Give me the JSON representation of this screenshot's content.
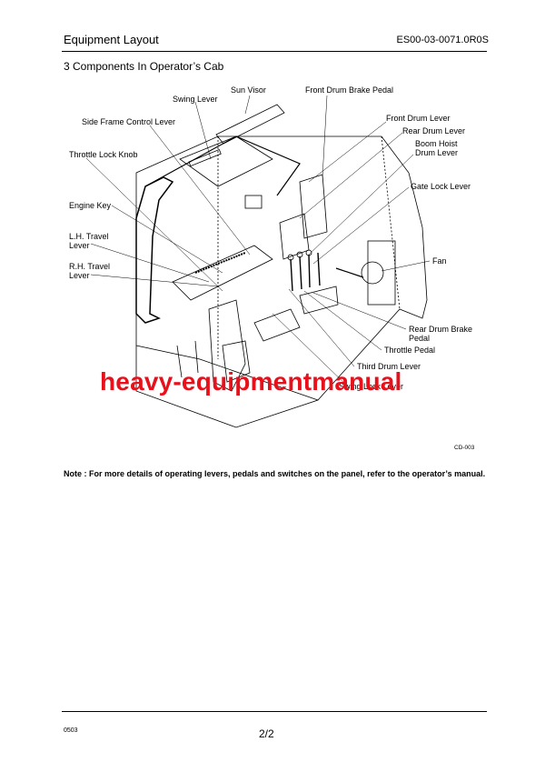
{
  "header": {
    "title": "Equipment Layout",
    "doc_code": "ES00-03-0071.0R0S"
  },
  "section_title": "3  Components In Operator’s Cab",
  "diagram": {
    "labels": {
      "sun_visor": "Sun Visor",
      "swing_lever": "Swing Lever",
      "front_drum_brake_pedal": "Front Drum Brake Pedal",
      "side_frame_control_lever": "Side Frame Control Lever",
      "front_drum_lever": "Front Drum Lever",
      "rear_drum_lever": "Rear Drum Lever",
      "boom_hoist_drum_lever_1": "Boom Hoist",
      "boom_hoist_drum_lever_2": "Drum Lever",
      "throttle_lock_knob": "Throttle Lock Knob",
      "gate_lock_lever": "Gate Lock Lever",
      "engine_key": "Engine Key",
      "lh_travel_lever_1": "L.H. Travel",
      "lh_travel_lever_2": "Lever",
      "rh_travel_lever_1": "R.H. Travel",
      "rh_travel_lever_2": "Lever",
      "fan": "Fan",
      "rear_drum_brake_pedal_1": "Rear Drum Brake",
      "rear_drum_brake_pedal_2": "Pedal",
      "throttle_pedal": "Throttle Pedal",
      "third_drum_lever": "Third Drum Lever",
      "swing_lock_lever": "Swing Lock Lever"
    },
    "figure_code": "CD-003"
  },
  "watermark": "heavy-equipmentmanual",
  "note": "Note : For more details of operating levers, pedals and switches on the panel, refer to the operator’s manual.",
  "footer": {
    "left_code": "0503",
    "page": "2/2"
  }
}
